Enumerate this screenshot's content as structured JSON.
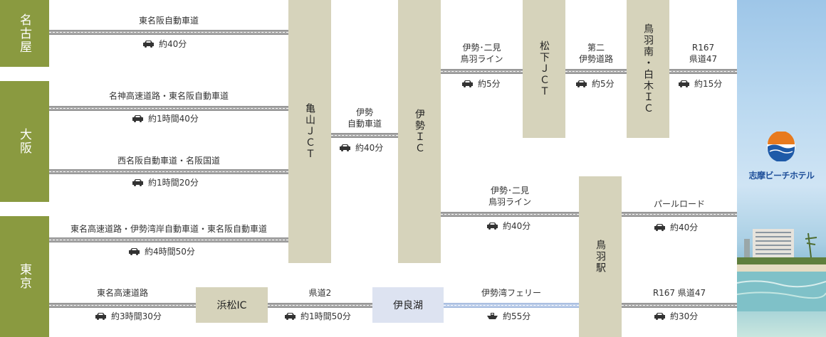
{
  "origins": {
    "nagoya": "名古屋",
    "osaka": "大阪",
    "tokyo": "東京"
  },
  "nodes": {
    "kameyama": "亀山ＪＣＴ",
    "ise_ic": "伊勢ＩＣ",
    "matsushita": "松下ＪＣＴ",
    "toba_minami": "鳥羽南・白木ＩＣ",
    "toba_station": "鳥羽駅",
    "hamamatsu": "浜松IC",
    "irago": "伊良湖"
  },
  "routes": {
    "nagoya_road": "東名阪自動車道",
    "nagoya_time": "約40分",
    "osaka1_road": "名神高速道路・東名阪自動車道",
    "osaka1_time": "約1時間40分",
    "osaka2_road": "西名阪自動車道・名阪国道",
    "osaka2_time": "約1時間20分",
    "tokyo1_road": "東名高速道路・伊勢湾岸自動車道・東名阪自動車道",
    "tokyo1_time": "約4時間50分",
    "ise_road_1": "伊勢",
    "ise_road_2": "自動車道",
    "ise_time": "約40分",
    "futami_a_1": "伊勢･二見",
    "futami_a_2": "鳥羽ライン",
    "futami_a_time": "約5分",
    "daini_1": "第二",
    "daini_2": "伊勢道路",
    "daini_time": "約5分",
    "r167_1": "R167",
    "r167_2": "県道47",
    "r167_time": "約15分",
    "futami_b_1": "伊勢･二見",
    "futami_b_2": "鳥羽ライン",
    "futami_b_time": "約40分",
    "pearl": "パールロード",
    "pearl_time": "約40分",
    "tomei": "東名高速道路",
    "tomei_time": "約3時間30分",
    "kendo2": "県道2",
    "kendo2_time": "約1時間50分",
    "ferry": "伊勢湾フェリー",
    "ferry_time": "約55分",
    "last": "R167 県道47",
    "last_time": "約30分"
  },
  "hotel": {
    "name": "志摩ビーチホテル"
  }
}
